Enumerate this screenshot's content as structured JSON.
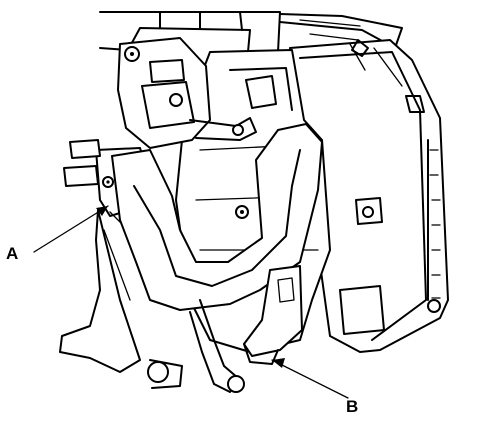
{
  "diagram": {
    "callouts": [
      {
        "id": "A",
        "text": "A"
      },
      {
        "id": "B",
        "text": "B"
      }
    ],
    "colors": {
      "line": "#000000",
      "background": "#ffffff"
    }
  }
}
